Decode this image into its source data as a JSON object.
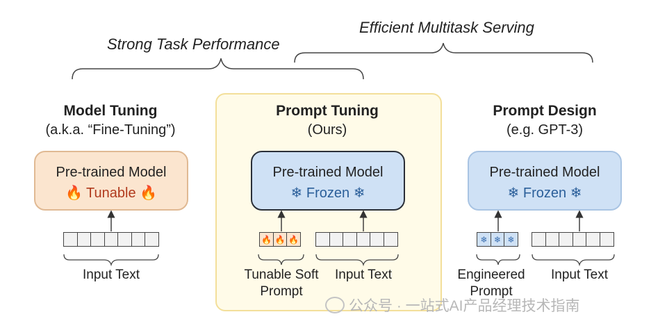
{
  "groups": {
    "strong_task_performance": "Strong Task Performance",
    "efficient_multitask_serving": "Efficient Multitask Serving"
  },
  "columns": [
    {
      "title": "Model Tuning",
      "subtitle": "(a.k.a. “Fine-Tuning”)",
      "model_label": "Pre-trained Model",
      "status": "Tunable",
      "status_icon": "fire-icon",
      "input_label": "Input Text"
    },
    {
      "title": "Prompt Tuning",
      "subtitle": "(Ours)",
      "model_label": "Pre-trained Model",
      "status": "Frozen",
      "status_icon": "snowflake-icon",
      "prompt_label_line1": "Tunable Soft",
      "prompt_label_line2": "Prompt",
      "input_label": "Input Text"
    },
    {
      "title": "Prompt Design",
      "subtitle": "(e.g. GPT-3)",
      "model_label": "Pre-trained Model",
      "status": "Frozen",
      "status_icon": "snowflake-icon",
      "prompt_label_line1": "Engineered",
      "prompt_label_line2": "Prompt",
      "input_label": "Input Text"
    }
  ],
  "glyphs": {
    "fire": "🔥",
    "snow": "❄"
  },
  "watermark": "公众号 · 一站式AI产品经理技术指南",
  "colors": {
    "tunable_fill": "#fbe5cf",
    "frozen_fill": "#cfe1f5",
    "highlight_fill": "#fffbe8",
    "tunable_text": "#b13a1d",
    "frozen_text": "#2b5f9a"
  }
}
